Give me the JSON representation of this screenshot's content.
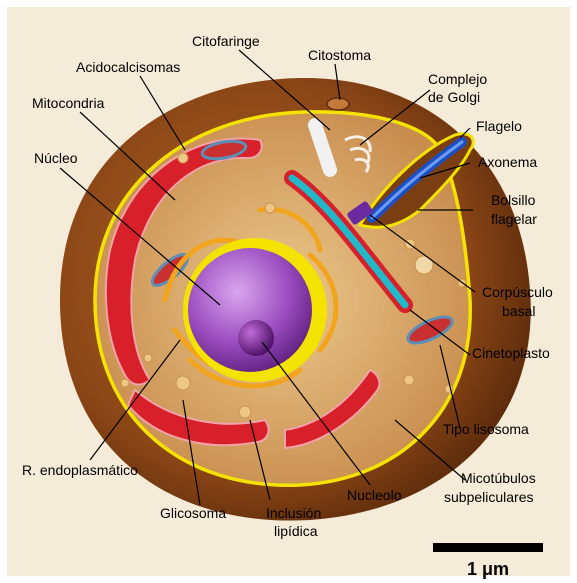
{
  "labels": {
    "citofaringe": "Citofaringe",
    "citostoma": "Citostoma",
    "acidocalcisomas": "Acidocalcisomas",
    "complejo_golgi_1": "Complejo",
    "complejo_golgi_2": "de Golgi",
    "mitocondria": "Mitocondria",
    "flagelo": "Flagelo",
    "nucleo": "Núcleo",
    "axonema": "Axonema",
    "bolsillo_1": "Bolsillo",
    "bolsillo_2": "flagelar",
    "corpusculo_1": "Corpúsculo",
    "corpusculo_2": "basal",
    "cinetoplasto": "Cinetoplasto",
    "tipo_lisosoma": "Tipo lisosoma",
    "r_endoplasmatico": "R. endoplasmático",
    "micotubulos_1": "Micotúbulos",
    "micotubulos_2": "subpeliculares",
    "glicosoma": "Glicosoma",
    "inclusion_1": "Inclusión",
    "inclusion_2": "lipídica",
    "nucleolo": "Nucleolo"
  },
  "scale_bar": {
    "label": "1 μm"
  },
  "colors": {
    "background": "#f5ebd9",
    "cell_outer": "#7a3e12",
    "cytoplasm": "#d9a865",
    "membrane": "#f4e300",
    "mitochondria": "#d8202a",
    "nucleus": "#8e3fb0",
    "er": "#f2a51c",
    "axonema": "#1b4fc4",
    "kinetoplast_strand": "#21b8c9"
  }
}
